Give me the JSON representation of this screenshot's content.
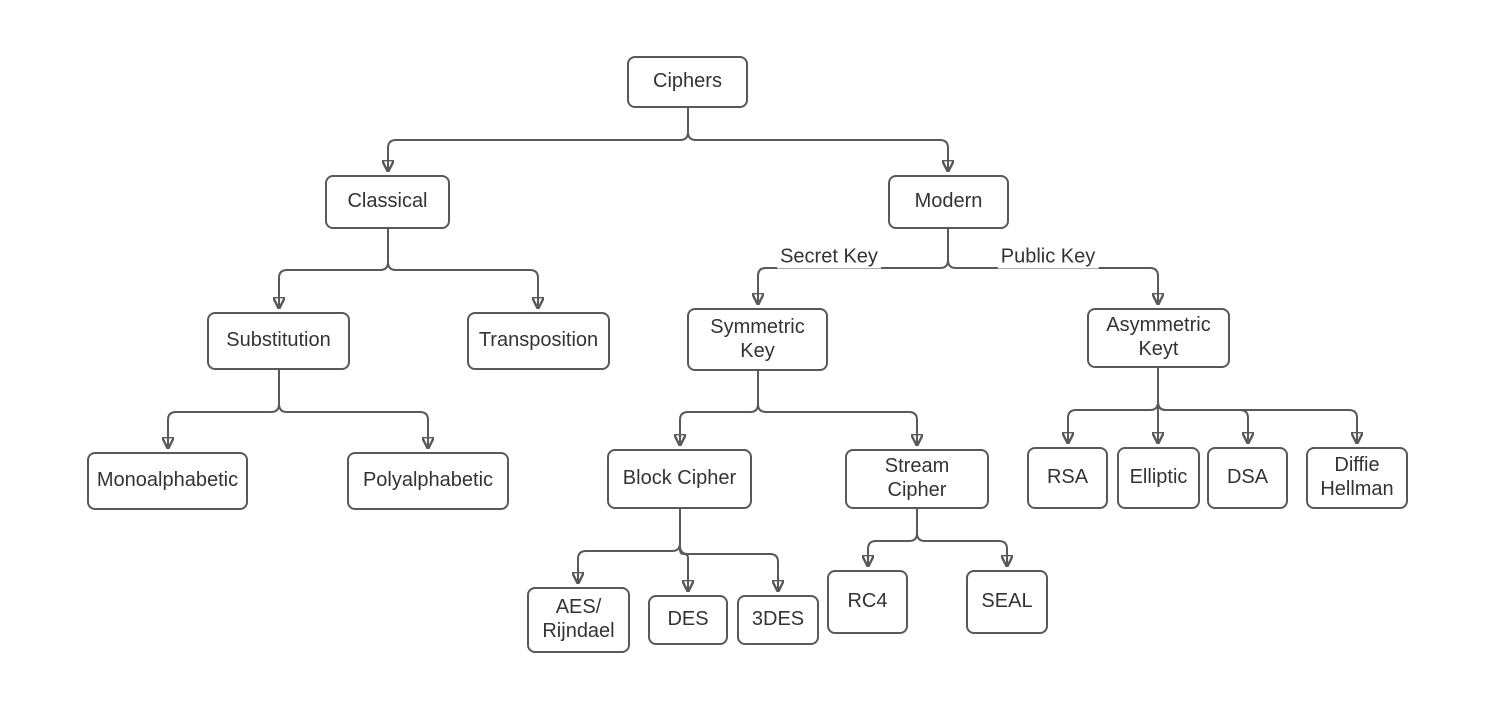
{
  "diagram": {
    "type": "tree",
    "root": "ciphers"
  },
  "colors": {
    "background": "#ffffff",
    "node_fill": "#ffffff",
    "node_border": "#595959",
    "connector": "#595959",
    "arrowhead": "#595959",
    "text": "#333333"
  },
  "nodes": {
    "ciphers": {
      "label": "Ciphers"
    },
    "classical": {
      "label": "Classical"
    },
    "modern": {
      "label": "Modern"
    },
    "substitution": {
      "label": "Substitution"
    },
    "transposition": {
      "label": "Transposition"
    },
    "symmetric_key": {
      "label": "Symmetric\nKey"
    },
    "asymmetric_keyt": {
      "label": "Asymmetric\nKeyt"
    },
    "monoalphabetic": {
      "label": "Monoalphabetic"
    },
    "polyalphabetic": {
      "label": "Polyalphabetic"
    },
    "block_cipher": {
      "label": "Block Cipher"
    },
    "stream_cipher": {
      "label": "Stream\nCipher"
    },
    "rsa": {
      "label": "RSA"
    },
    "elliptic": {
      "label": "Elliptic"
    },
    "dsa": {
      "label": "DSA"
    },
    "diffie_hellman": {
      "label": "Diffie\nHellman"
    },
    "aes_rijndael": {
      "label": "AES/\nRijndael"
    },
    "des": {
      "label": "DES"
    },
    "tdes": {
      "label": "3DES"
    },
    "rc4": {
      "label": "RC4"
    },
    "seal": {
      "label": "SEAL"
    }
  },
  "edges": [
    {
      "from": "ciphers",
      "to": "classical",
      "label": ""
    },
    {
      "from": "ciphers",
      "to": "modern",
      "label": ""
    },
    {
      "from": "classical",
      "to": "substitution",
      "label": ""
    },
    {
      "from": "classical",
      "to": "transposition",
      "label": ""
    },
    {
      "from": "modern",
      "to": "symmetric_key",
      "label": "Secret Key"
    },
    {
      "from": "modern",
      "to": "asymmetric_keyt",
      "label": "Public Key"
    },
    {
      "from": "substitution",
      "to": "monoalphabetic",
      "label": ""
    },
    {
      "from": "substitution",
      "to": "polyalphabetic",
      "label": ""
    },
    {
      "from": "symmetric_key",
      "to": "block_cipher",
      "label": ""
    },
    {
      "from": "symmetric_key",
      "to": "stream_cipher",
      "label": ""
    },
    {
      "from": "asymmetric_keyt",
      "to": "rsa",
      "label": ""
    },
    {
      "from": "asymmetric_keyt",
      "to": "elliptic",
      "label": ""
    },
    {
      "from": "asymmetric_keyt",
      "to": "dsa",
      "label": ""
    },
    {
      "from": "asymmetric_keyt",
      "to": "diffie_hellman",
      "label": ""
    },
    {
      "from": "block_cipher",
      "to": "aes_rijndael",
      "label": ""
    },
    {
      "from": "block_cipher",
      "to": "des",
      "label": ""
    },
    {
      "from": "block_cipher",
      "to": "tdes",
      "label": ""
    },
    {
      "from": "stream_cipher",
      "to": "rc4",
      "label": ""
    },
    {
      "from": "stream_cipher",
      "to": "seal",
      "label": ""
    }
  ]
}
